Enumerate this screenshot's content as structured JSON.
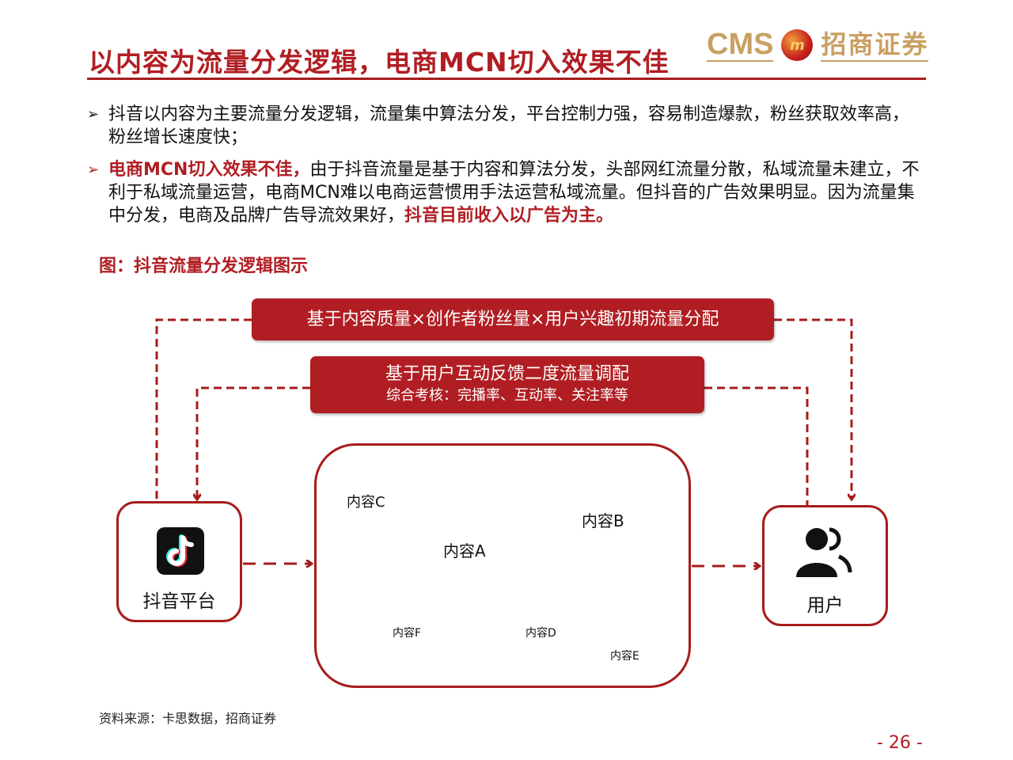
{
  "header": {
    "title": "以内容为流量分发逻辑，电商MCN切入效果不佳",
    "logo_en": "CMS",
    "logo_mark": "m",
    "logo_cn": "招商证券"
  },
  "bullets": [
    {
      "mark": "➢",
      "text": "抖音以内容为主要流量分发逻辑，流量集中算法分发，平台控制力强，容易制造爆款，粉丝获取效率高，粉丝增长速度快；"
    },
    {
      "mark": "➢",
      "highlight": "电商MCN切入效果不佳，",
      "text": "由于抖音流量是基于内容和算法分发，头部网红流量分散，私域流量未建立，不利于私域流量运营，电商MCN难以电商运营惯用手法运营私域流量。但抖音的广告效果明显。因为流量集中分发，电商及品牌广告导流效果好，",
      "tail": "抖音目前收入以广告为主。"
    }
  ],
  "figure": {
    "caption": "图：抖音流量分发逻辑图示",
    "banner1": "基于内容质量×创作者粉丝量×用户兴趣初期流量分配",
    "banner2_line1": "基于用户互动反馈二度流量调配",
    "banner2_line2": "综合考核：完播率、互动率、关注率等",
    "platform_label": "抖音平台",
    "user_label": "用户",
    "contents": [
      "内容C",
      "内容B",
      "内容A",
      "内容F",
      "内容D",
      "内容E"
    ]
  },
  "footer": {
    "source": "资料来源：卡思数据，招商证券",
    "page": "- 26 -"
  },
  "colors": {
    "accent": "#b01e23",
    "gold": "#c9a063"
  }
}
